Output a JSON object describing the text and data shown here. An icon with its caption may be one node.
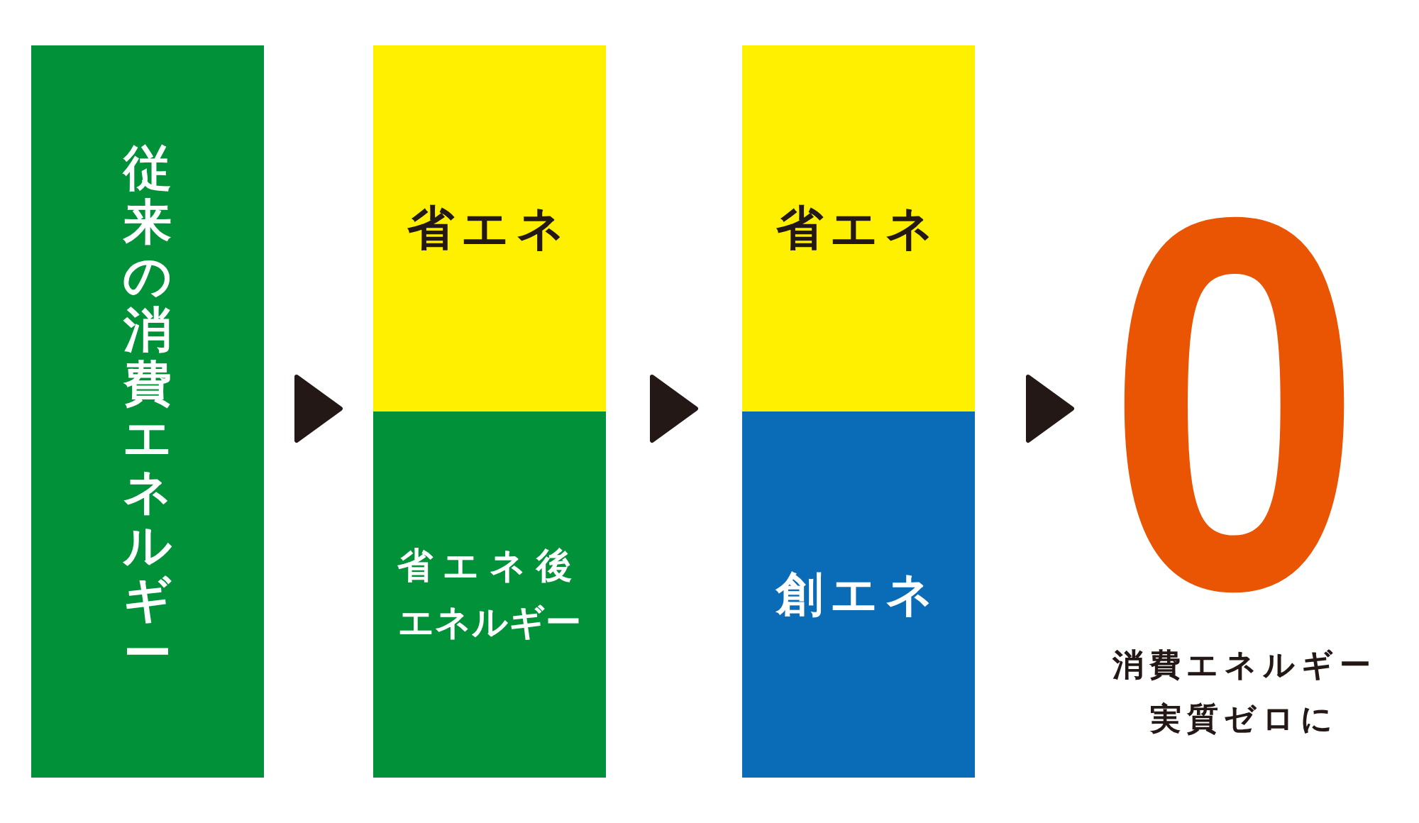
{
  "diagram": {
    "nodes": [
      {
        "text": [
          "従来の消費エネルギー"
        ]
      },
      {
        "text": [
          "省エネ"
        ]
      },
      {
        "text": [
          "省エネ後エネルギー"
        ]
      },
      {
        "text": [
          "省エネ"
        ]
      },
      {
        "text": [
          "創エネ"
        ]
      },
      {
        "text": [
          "0"
        ],
        "beside": [
          "消費エネルギー実質ゼロに"
        ]
      }
    ],
    "edges": [
      {
        "from": 0,
        "to": 2,
        "arrow": "to"
      },
      {
        "from": 2,
        "to": 4,
        "arrow": "to"
      },
      {
        "from": 4,
        "to": 5,
        "arrow": "to"
      }
    ]
  }
}
